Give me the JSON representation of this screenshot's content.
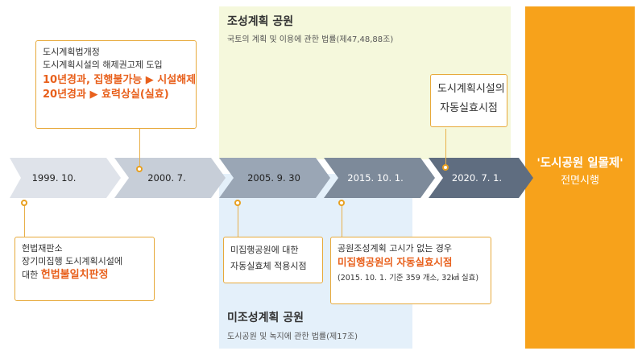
{
  "regions": {
    "planned": {
      "title": "조성계획 공원",
      "law": "국토의 계획 및 이용에 관한 법률(제47,48,88조)"
    },
    "unplanned": {
      "title": "미조성계획 공원",
      "law": "도시공원 및 녹지에 관한 법률(제17조)"
    }
  },
  "timeline": {
    "dates": [
      "1999. 10.",
      "2000. 7.",
      "2005. 9. 30",
      "2015. 10. 1.",
      "2020. 7. 1."
    ]
  },
  "callouts": {
    "c1999": {
      "line1": "헌법재판소",
      "line2": "장기미집행 도시계획시설에",
      "line3_prefix": "대한 ",
      "line3_highlight": "헌법불일치판정"
    },
    "c2000": {
      "line1": "도시계획법개정",
      "line2": "도시계획시설의 해제권고제 도입",
      "line3": "10년경과, 집행불가능 ▶ 시설해제",
      "line4": "20년경과 ▶ 효력상실(실효)"
    },
    "c2005": {
      "line1": "미집행공원에 대한",
      "line2": "자동실효체 적용시점"
    },
    "c2015": {
      "line1": "공원조성계획 고시가 없는 경우",
      "line2": "미집행공원의 자동실효시점",
      "line3": "(2015. 10. 1. 기준 359 개소, 32㎢ 실효)"
    },
    "c2020": {
      "line1": "도시계획시설의",
      "line2": "자동실효시점"
    }
  },
  "final": {
    "title": "'도시공원 일몰제'",
    "subtitle": "전면시행"
  },
  "colors": {
    "accent_orange": "#f7a21b",
    "highlight_text": "#e8601c",
    "planned_bg": "#f5f8dc",
    "unplanned_bg": "#e4f0fa",
    "arrow_light": "#dfe3ea",
    "arrow_mid": "#b6bec9",
    "arrow_dark": "#7d8a9a",
    "arrow_darkest": "#5f6d80"
  }
}
